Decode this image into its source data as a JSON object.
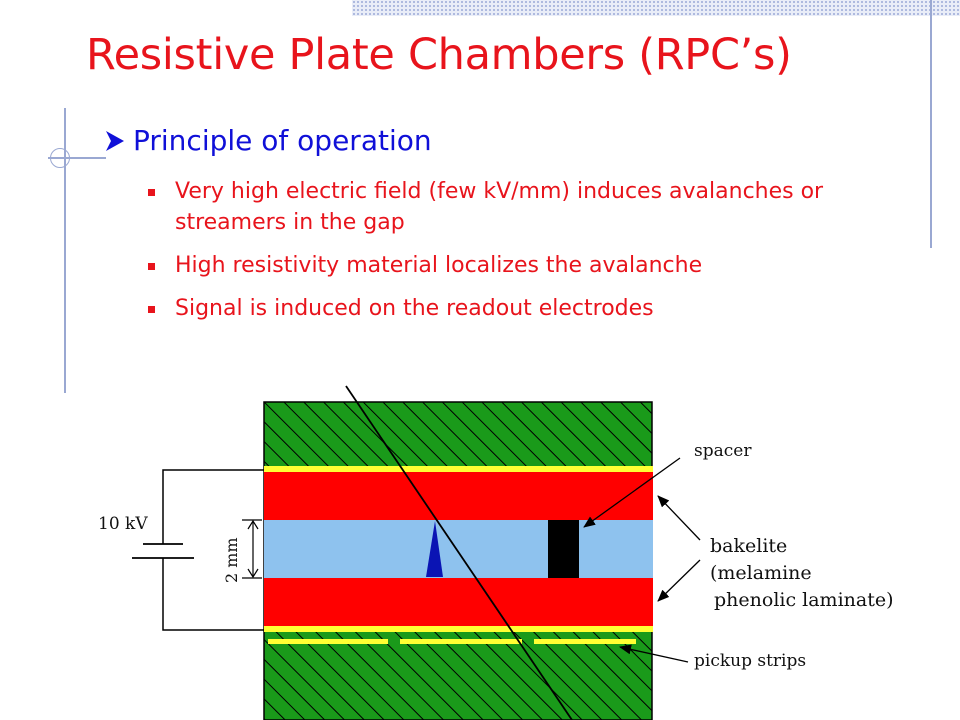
{
  "slide": {
    "title": "Resistive Plate Chambers (RPC’s)",
    "bullet": "Principle of operation",
    "sub_bullets": [
      "Very high electric field (few kV/mm) induces avalanches or streamers in the gap",
      "High resistivity material localizes the avalanche",
      "Signal is induced on the readout electrodes"
    ],
    "icons": {
      "bullet": "arrow-bullet-icon",
      "sub_bullet": "square-bullet-icon"
    }
  },
  "diagram": {
    "voltage_label": "10 kV",
    "gap_label": "2 mm",
    "spacer_label": "spacer",
    "bakelite_label": "bakelite",
    "melamine_label": "(melamine",
    "laminate_label": "phenolic laminate)",
    "strips_label": "pickup strips",
    "colors": {
      "hatch_background": "#1a9a1a",
      "bakelite": "#ff0000",
      "gas_gap": "#8ec2ee",
      "electrode": "#ffff33",
      "avalanche": "#0a14b4",
      "spacer": "#000000",
      "title": "#e8141c",
      "bullet": "#1010d8"
    }
  }
}
